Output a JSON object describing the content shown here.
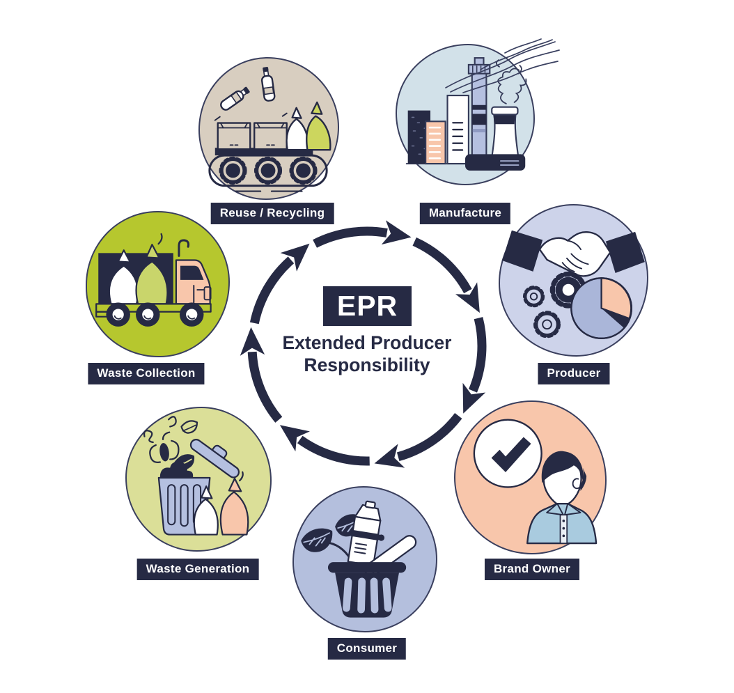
{
  "diagram": {
    "type": "cycle",
    "direction": "clockwise",
    "center": {
      "acronym": "EPR",
      "subtitle_line1": "Extended Producer",
      "subtitle_line2": "Responsibility"
    },
    "nodes": [
      {
        "label": "Reuse / Recycling",
        "icon": "recycling-conveyor-icon",
        "circle_color": "#d8cec0",
        "position": "top-left"
      },
      {
        "label": "Manufacture",
        "icon": "factory-icon",
        "circle_color": "#d2e1e9",
        "position": "top-right"
      },
      {
        "label": "Producer",
        "icon": "handshake-gears-pie-chart-icon",
        "circle_color": "#cdd3ea",
        "position": "right"
      },
      {
        "label": "Brand Owner",
        "icon": "approved-checkmark-person-icon",
        "circle_color": "#f8c6ab",
        "position": "bottom-right"
      },
      {
        "label": "Consumer",
        "icon": "shopping-basket-icon",
        "circle_color": "#b4bfdd",
        "position": "bottom"
      },
      {
        "label": "Waste Generation",
        "icon": "trash-bin-waste-icon",
        "circle_color": "#dbdf98",
        "position": "bottom-left"
      },
      {
        "label": "Waste Collection",
        "icon": "garbage-truck-icon",
        "circle_color": "#b6c72e",
        "position": "left"
      }
    ],
    "cycle_order": [
      "Manufacture",
      "Producer",
      "Brand Owner",
      "Consumer",
      "Waste Generation",
      "Waste Collection",
      "Reuse / Recycling"
    ],
    "arrow_count": 7,
    "colors": {
      "ink": "#262a44",
      "background": "#ffffff",
      "label_background": "#262a44",
      "label_text": "#ffffff"
    }
  }
}
